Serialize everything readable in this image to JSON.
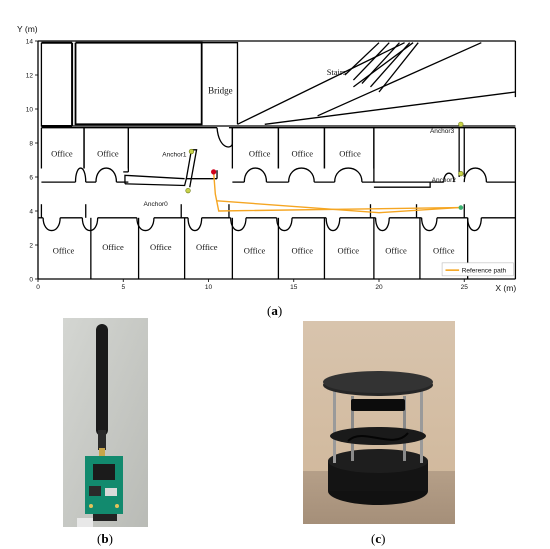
{
  "panel_a": {
    "caption_open": "(",
    "caption_letter": "a",
    "caption_close": ")",
    "chart_data": {
      "type": "line",
      "xlabel": "X (m)",
      "ylabel": "Y (m)",
      "xlim": [
        0,
        28
      ],
      "ylim": [
        0,
        14
      ],
      "x_ticks": [
        "0",
        "5",
        "10",
        "15",
        "20",
        "25"
      ],
      "y_ticks": [
        "0",
        "2",
        "4",
        "6",
        "8",
        "10",
        "12",
        "14"
      ],
      "grid": false,
      "legend_position": "bottom-right",
      "series": [
        {
          "name": "Reference path",
          "color": "#f5a623",
          "x": [
            10.3,
            10.4,
            10.6,
            24.7
          ],
          "y": [
            6.3,
            5.0,
            4.0,
            4.2
          ]
        },
        {
          "name": "",
          "color": "#f5a623",
          "x": [
            10.5,
            20.0,
            24.7
          ],
          "y": [
            4.6,
            3.9,
            4.2
          ]
        }
      ],
      "start_point": {
        "x": 10.3,
        "y": 6.3,
        "color": "#d0021b"
      },
      "end_point": {
        "x": 24.8,
        "y": 4.2,
        "color": "#3cb371"
      },
      "anchors": [
        {
          "label": "Anchor0",
          "x": 8.8,
          "y": 5.2
        },
        {
          "label": "Anchor1",
          "x": 9.0,
          "y": 7.5
        },
        {
          "label": "Anchor2",
          "x": 24.8,
          "y": 6.2
        },
        {
          "label": "Anchor3",
          "x": 24.8,
          "y": 9.1
        }
      ],
      "room_labels": {
        "office": "Office",
        "bridge": "Bridge",
        "stairs": "Stairs"
      }
    }
  },
  "panel_b": {
    "caption_open": "(",
    "caption_letter": "b",
    "caption_close": ")"
  },
  "panel_c": {
    "caption_open": "(",
    "caption_letter": "c",
    "caption_close": ")"
  }
}
